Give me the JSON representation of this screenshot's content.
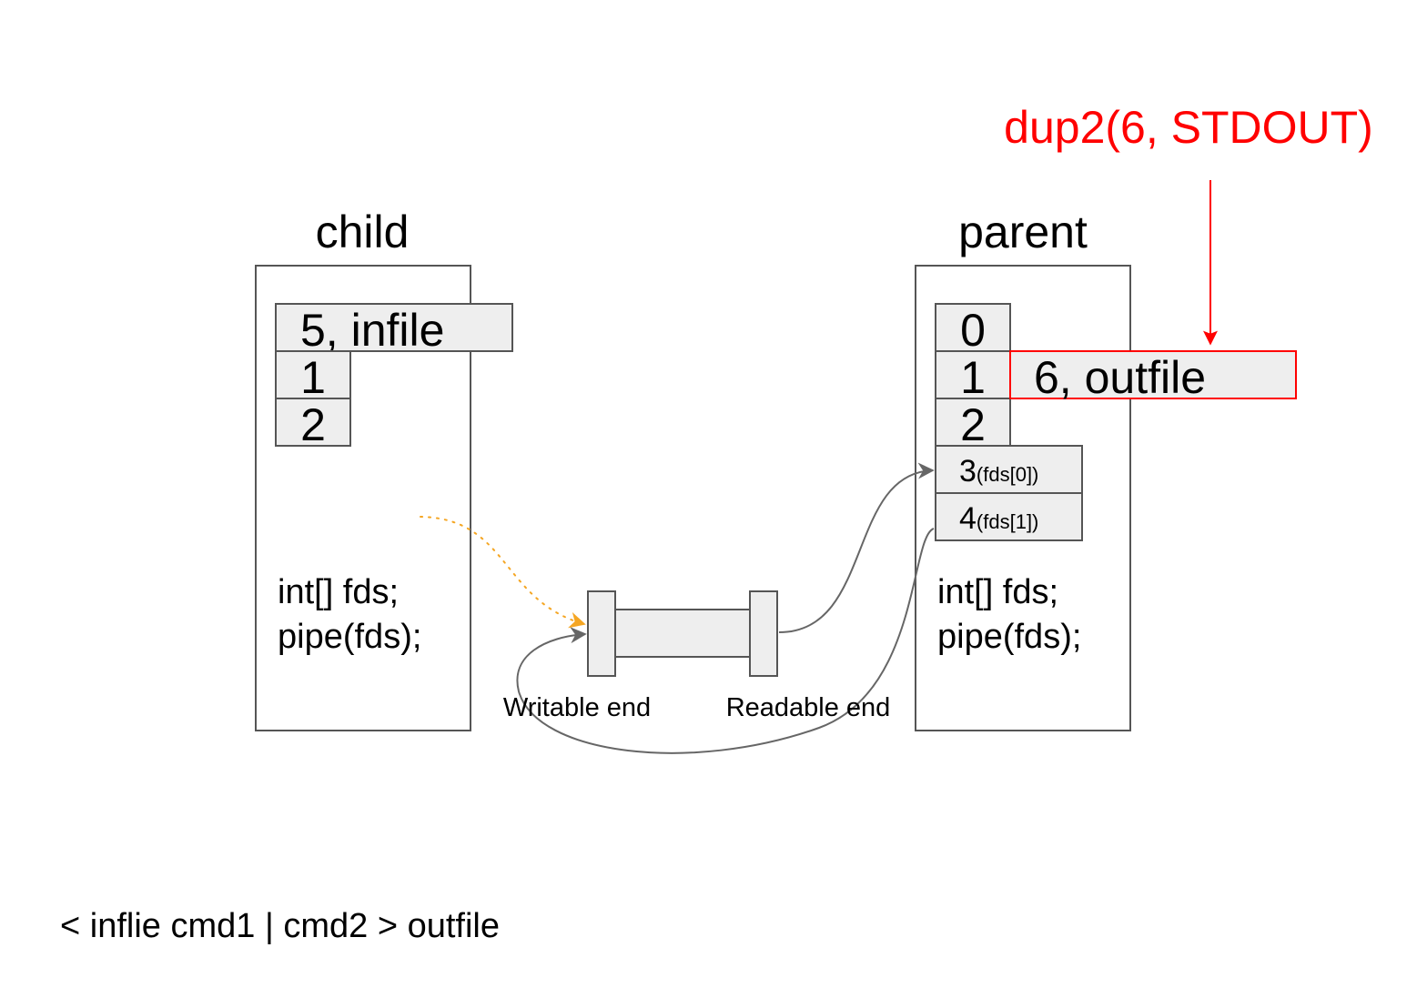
{
  "annotation": {
    "text": "dup2(6, STDOUT)",
    "color": "#ff0000"
  },
  "child": {
    "title": "child",
    "fd_table": [
      "5, infile",
      "1",
      "2"
    ],
    "code": [
      "int[] fds;",
      "pipe(fds);"
    ]
  },
  "parent": {
    "title": "parent",
    "fd_table": [
      "0",
      "1",
      "2"
    ],
    "redirect_label": "6, outfile",
    "pipe_fds": [
      {
        "num": "3",
        "sub": "(fds[0])"
      },
      {
        "num": "4",
        "sub": "(fds[1])"
      }
    ],
    "code": [
      "int[] fds;",
      "pipe(fds);"
    ]
  },
  "pipe": {
    "writable_label": "Writable end",
    "readable_label": "Readable end"
  },
  "command": "< inflie cmd1 | cmd2 > outfile",
  "colors": {
    "box_stroke": "#555555",
    "cell_fill": "#eeeeee",
    "arrow": "#666666",
    "dotted_arrow": "#f5a623",
    "highlight": "#ff0000"
  }
}
